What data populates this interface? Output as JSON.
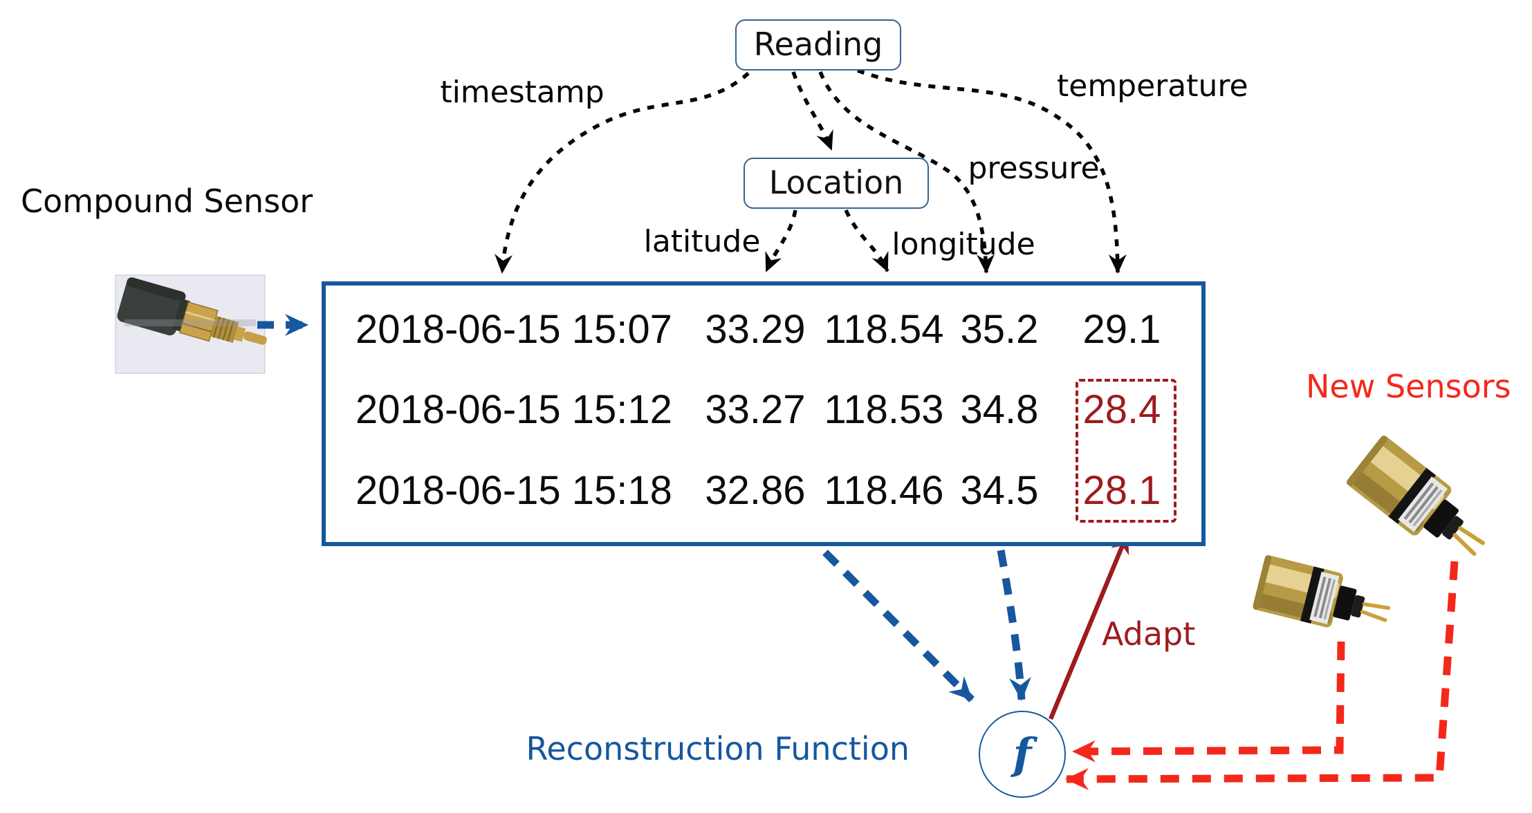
{
  "labels": {
    "compound_sensor": "Compound Sensor",
    "new_sensors": "New Sensors",
    "reconstruction_function": "Reconstruction Function",
    "adapt": "Adapt"
  },
  "nodes": {
    "reading": "Reading",
    "location": "Location"
  },
  "attributes": {
    "timestamp": "timestamp",
    "latitude": "latitude",
    "longitude": "longitude",
    "pressure": "pressure",
    "temperature": "temperature"
  },
  "table": {
    "rows": [
      {
        "timestamp": "2018-06-15 15:07",
        "latitude": "33.29",
        "longitude": "118.54",
        "pressure": "35.2",
        "temperature": "29.1",
        "temperature_highlighted": false
      },
      {
        "timestamp": "2018-06-15 15:12",
        "latitude": "33.27",
        "longitude": "118.53",
        "pressure": "34.8",
        "temperature": "28.4",
        "temperature_highlighted": true
      },
      {
        "timestamp": "2018-06-15 15:18",
        "latitude": "32.86",
        "longitude": "118.46",
        "pressure": "34.5",
        "temperature": "28.1",
        "temperature_highlighted": true
      }
    ]
  },
  "reconstruction": {
    "symbol": "f"
  },
  "colors": {
    "blue": "#17579E",
    "red": "#F4281A",
    "dark_red": "#9E1B1E",
    "black": "#050505"
  }
}
